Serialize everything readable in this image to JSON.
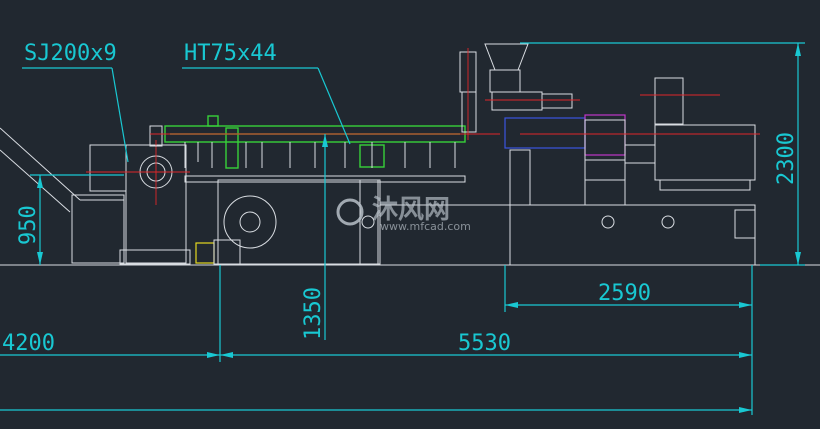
{
  "labels": {
    "screw_model": "SJ200x9",
    "extruder_model": "HT75x44"
  },
  "dimensions": {
    "height_total": "2300",
    "height_950": "950",
    "height_1350": "1350",
    "length_2590": "2590",
    "length_5530": "5530",
    "length_4200": "4200"
  },
  "watermark": {
    "brand": "沐风网",
    "url": "www.mfcad.com"
  },
  "colors": {
    "background": "#212830",
    "dimension": "#19c8d2",
    "outline": "#d9dde2",
    "barrel": "#38d03a",
    "centerline": "#e0262a"
  }
}
